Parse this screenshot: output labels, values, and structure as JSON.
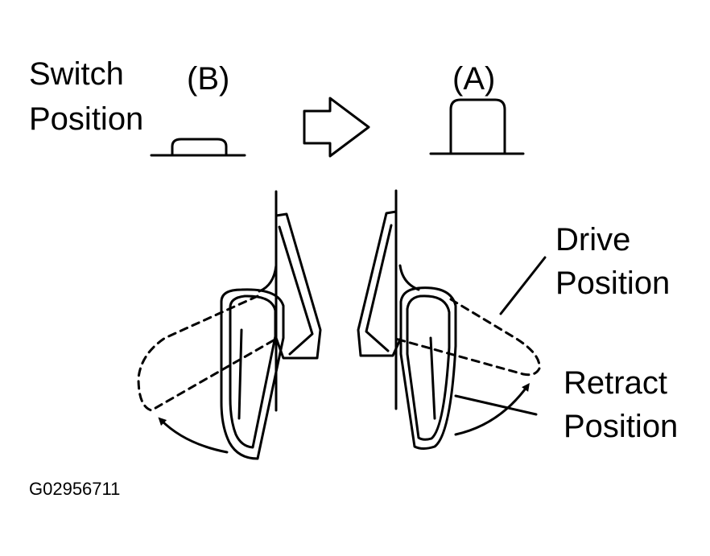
{
  "switch_label_line1": "Switch",
  "switch_label_line2": "Position",
  "position_b": "(B)",
  "position_a": "(A)",
  "drive_line1": "Drive",
  "drive_line2": "Position",
  "retract_line1": "Retract",
  "retract_line2": "Position",
  "figure_code": "G02956711"
}
